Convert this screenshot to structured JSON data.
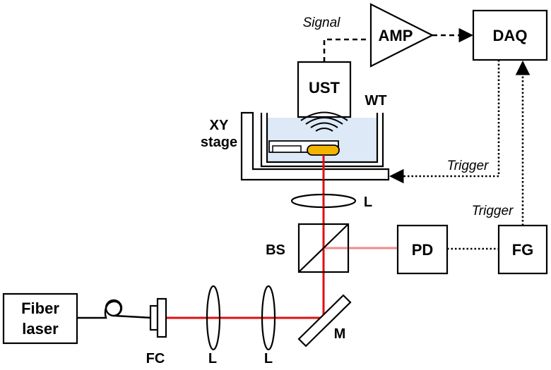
{
  "labels": {
    "fiber_laser_line1": "Fiber",
    "fiber_laser_line2": "laser",
    "fc": "FC",
    "lens_1": "L",
    "lens_2": "L",
    "lens_3": "L",
    "mirror": "M",
    "bs": "BS",
    "pd": "PD",
    "fg": "FG",
    "ust": "UST",
    "wt": "WT",
    "xy_stage_line1": "XY",
    "xy_stage_line2": "stage",
    "amp": "AMP",
    "daq": "DAQ",
    "signal": "Signal",
    "trigger_stage": "Trigger",
    "trigger_fg": "Trigger"
  },
  "colors": {
    "laser_beam": "#e01010",
    "weak_beam": "#f08a8a",
    "water": "#dde9f6",
    "sample": "#f2b400"
  }
}
